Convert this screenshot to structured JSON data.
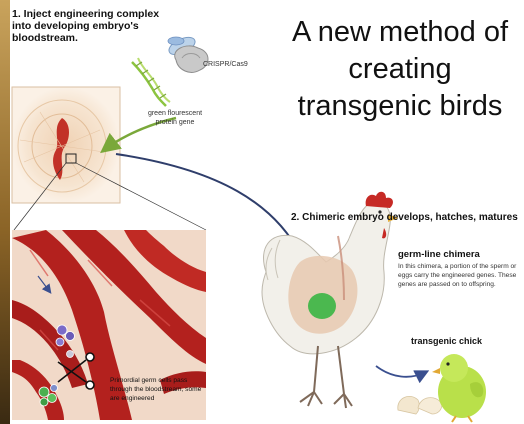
{
  "title": "A new method of creating transgenic birds",
  "step1": {
    "label": "1. Inject engineering complex into developing embryo's bloodstream."
  },
  "crispr_label": "CRISPR/Cas9",
  "gfp_label": "green flourescent protein gene",
  "step2": {
    "label": "2. Chimeric embryo develops, hatches, matures"
  },
  "chimera": {
    "title": "germ-line chimera",
    "description": "In this chimera, a portion of the sperm or eggs carry the engineered genes. These genes are passed on to offspring."
  },
  "chick_label": "transgenic chick",
  "germ_cells_text": "Primordial germ cells pass through the bloodstream, some are engineered",
  "colors": {
    "vessel": "#b3211e",
    "embryo_panel": "#f5e2cd",
    "arrow_green": "#7aa83a",
    "arrow_dark": "#2f3e6b",
    "chick": "#b9e04a",
    "hen": "#f2f0ea",
    "comb": "#c62a25"
  }
}
